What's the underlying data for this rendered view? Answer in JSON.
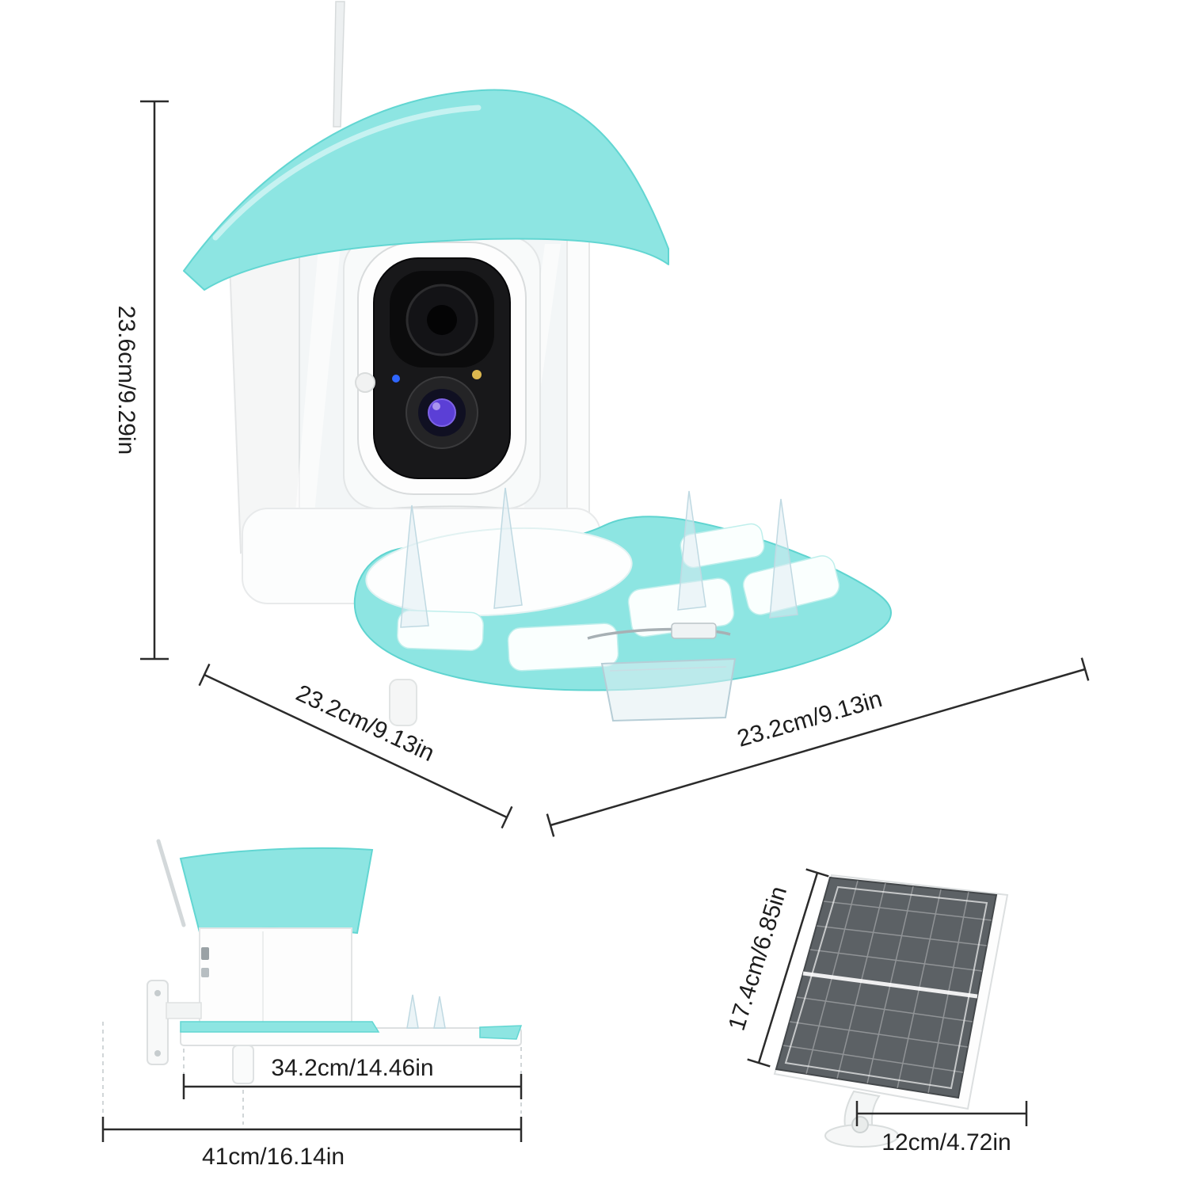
{
  "background": "#ffffff",
  "colors": {
    "roof_teal": "#8de5e2",
    "roof_teal_edge": "#62d6d2",
    "dimension_line": "#2b2b2b",
    "solar_panel_dark": "#5c6165"
  },
  "front_view": {
    "height_label": "23.6cm/9.29in",
    "depth_label": "23.2cm/9.13in",
    "width_label": "23.2cm/9.13in"
  },
  "side_view": {
    "platform_width_label": "34.2cm/14.46in",
    "total_width_label": "41cm/16.14in"
  },
  "solar_panel": {
    "height_label": "17.4cm/6.85in",
    "base_width_label": "12cm/4.72in"
  }
}
